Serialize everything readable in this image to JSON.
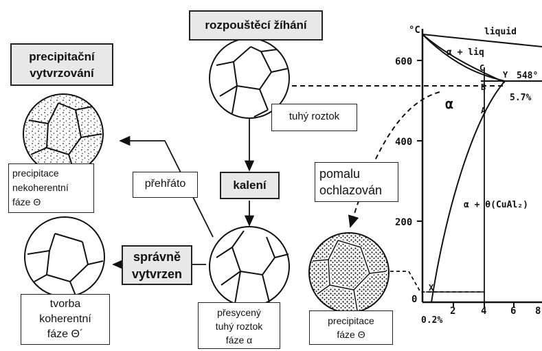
{
  "boxes": {
    "solution_anneal": "rozpouštěcí žíhání",
    "precip_hardening": [
      "precipitační",
      "vytvrzování"
    ],
    "solid_solution": "tuhý roztok",
    "overheated": "přehřáto",
    "quenching": "kalení",
    "correctly_hardened": [
      "správně",
      "vytvrzen"
    ],
    "incoherent": [
      "precipitace",
      "nekoherentní",
      "fáze Θ"
    ],
    "coherent": [
      "tvorba",
      "koherentní",
      "fáze Θ´"
    ],
    "supersaturated": [
      "přesycený",
      "tuhý roztok",
      "fáze α"
    ],
    "slowly_cooled": [
      "pomalu",
      "ochlazován"
    ],
    "precip_theta": [
      "precipitace",
      "fáze Θ"
    ]
  },
  "phase_diagram": {
    "temp_unit": "°C",
    "y_ticks": [
      "600",
      "400",
      "200"
    ],
    "x_ticks": [
      "0",
      "2",
      "4",
      "6",
      "8"
    ],
    "regions": {
      "liquid": "liquid",
      "alpha_liq": "α + liq",
      "alpha": "α",
      "alpha_theta": "α + θ(CuAl₂)"
    },
    "points": [
      "C",
      "B",
      "A",
      "X",
      "Y"
    ],
    "annotations": {
      "eutectic_temp": "548°",
      "max_solubility": "5.7%",
      "min_composition": "0.2%"
    }
  },
  "colors": {
    "line": "#111111",
    "box_fill_gray": "#e8e8e8",
    "background": "#ffffff"
  }
}
